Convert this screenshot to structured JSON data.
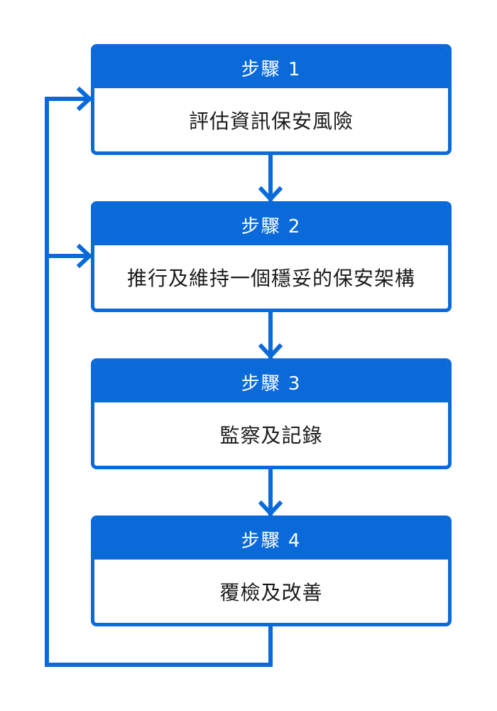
{
  "colors": {
    "accent": "#0a6ad9",
    "body_text": "#1a1a1a",
    "background": "#ffffff"
  },
  "steps": [
    {
      "label": "步驟 1",
      "text": "評估資訊保安風險"
    },
    {
      "label": "步驟 2",
      "text": "推行及維持一個穩妥的保安架構"
    },
    {
      "label": "步驟 3",
      "text": "監察及記錄"
    },
    {
      "label": "步驟 4",
      "text": "覆檢及改善"
    }
  ]
}
